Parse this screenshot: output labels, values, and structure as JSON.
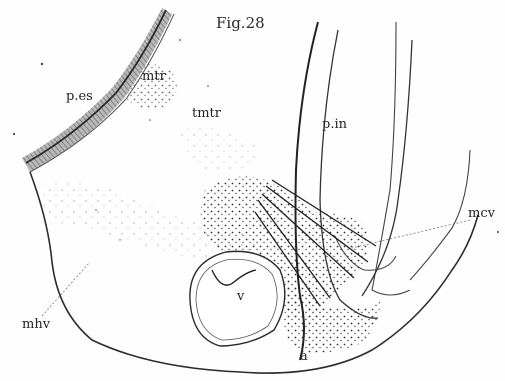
{
  "figure": {
    "title": "Fig.28",
    "labels": {
      "p_es": "p.es",
      "mtr": "mtr",
      "tmtr": "tmtr",
      "p_in": "p.in",
      "mcv": "mcv",
      "v": "v",
      "mhv": "mhv",
      "a": "a"
    }
  }
}
